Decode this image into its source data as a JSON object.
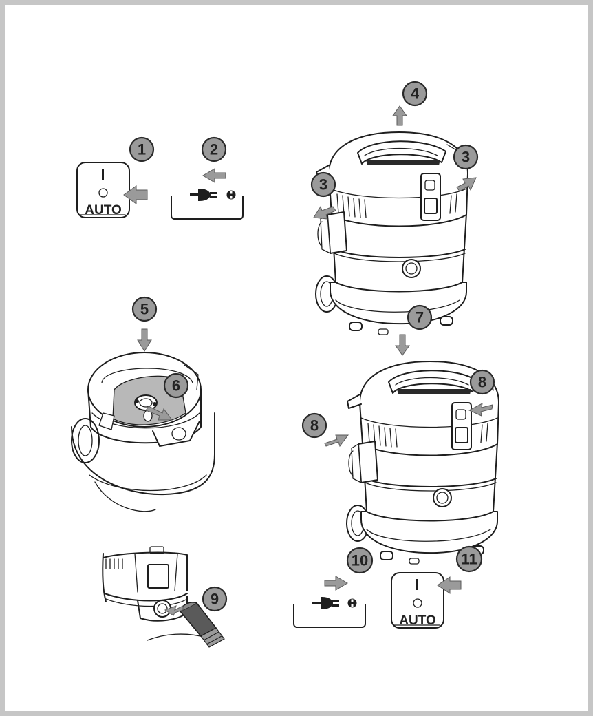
{
  "steps": [
    {
      "number": "1"
    },
    {
      "number": "2"
    },
    {
      "number": "3"
    },
    {
      "number": "3"
    },
    {
      "number": "4"
    },
    {
      "number": "5"
    },
    {
      "number": "6"
    },
    {
      "number": "7"
    },
    {
      "number": "8"
    },
    {
      "number": "8"
    },
    {
      "number": "9"
    },
    {
      "number": "10"
    },
    {
      "number": "11"
    }
  ],
  "switch_panel": {
    "on_mark": "I",
    "off_mark": "O",
    "auto_label": "AUTO"
  },
  "icons": [
    "power-switch-icon",
    "socket-icon",
    "plug-icon",
    "vacuum-cleaner-icon",
    "filter-icon",
    "hose-icon",
    "arrow-icon"
  ],
  "colors": {
    "badge_fill": "#9a9a9a",
    "arrow_fill": "#9a9a9a",
    "frame": "#c6c6c6",
    "line": "#1e1e1e"
  }
}
